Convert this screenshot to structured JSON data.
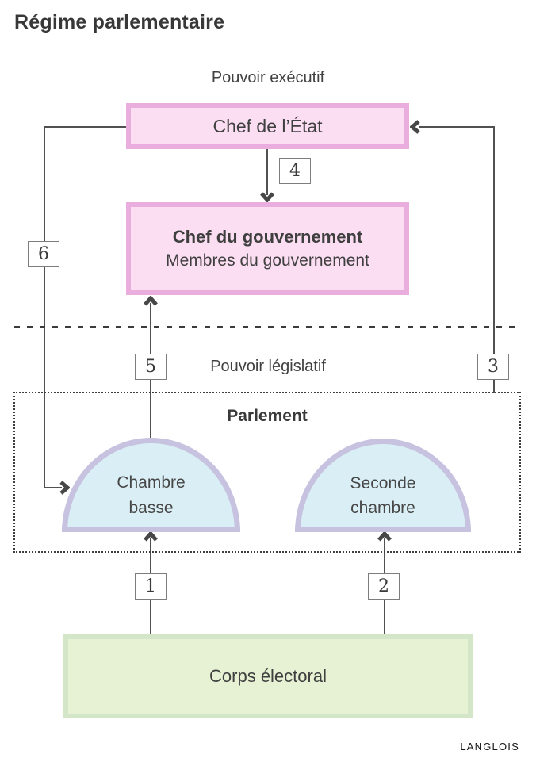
{
  "title": "Régime parlementaire",
  "credit": "LANGLOIS",
  "sections": {
    "executive_label": "Pouvoir exécutif",
    "legislative_label": "Pouvoir législatif"
  },
  "nodes": {
    "head_of_state": "Chef de l’État",
    "head_of_government": "Chef du gouvernement",
    "government_members": "Membres du gouvernement",
    "parliament": "Parlement",
    "lower_chamber": {
      "line1": "Chambre",
      "line2": "basse"
    },
    "second_chamber": {
      "line1": "Seconde",
      "line2": "chambre"
    },
    "electorate": "Corps électoral"
  },
  "steps": {
    "n1": "1",
    "n2": "2",
    "n3": "3",
    "n4": "4",
    "n5": "5",
    "n6": "6"
  },
  "colors": {
    "pink_fill": "#fbdef2",
    "pink_border": "#e9aede",
    "blue_fill": "#d9eef5",
    "purple_border": "#c7c2df",
    "green_fill": "#e6f2d3",
    "green_border": "#d3e6c7",
    "line": "#515151",
    "text": "#3f3f3f"
  }
}
